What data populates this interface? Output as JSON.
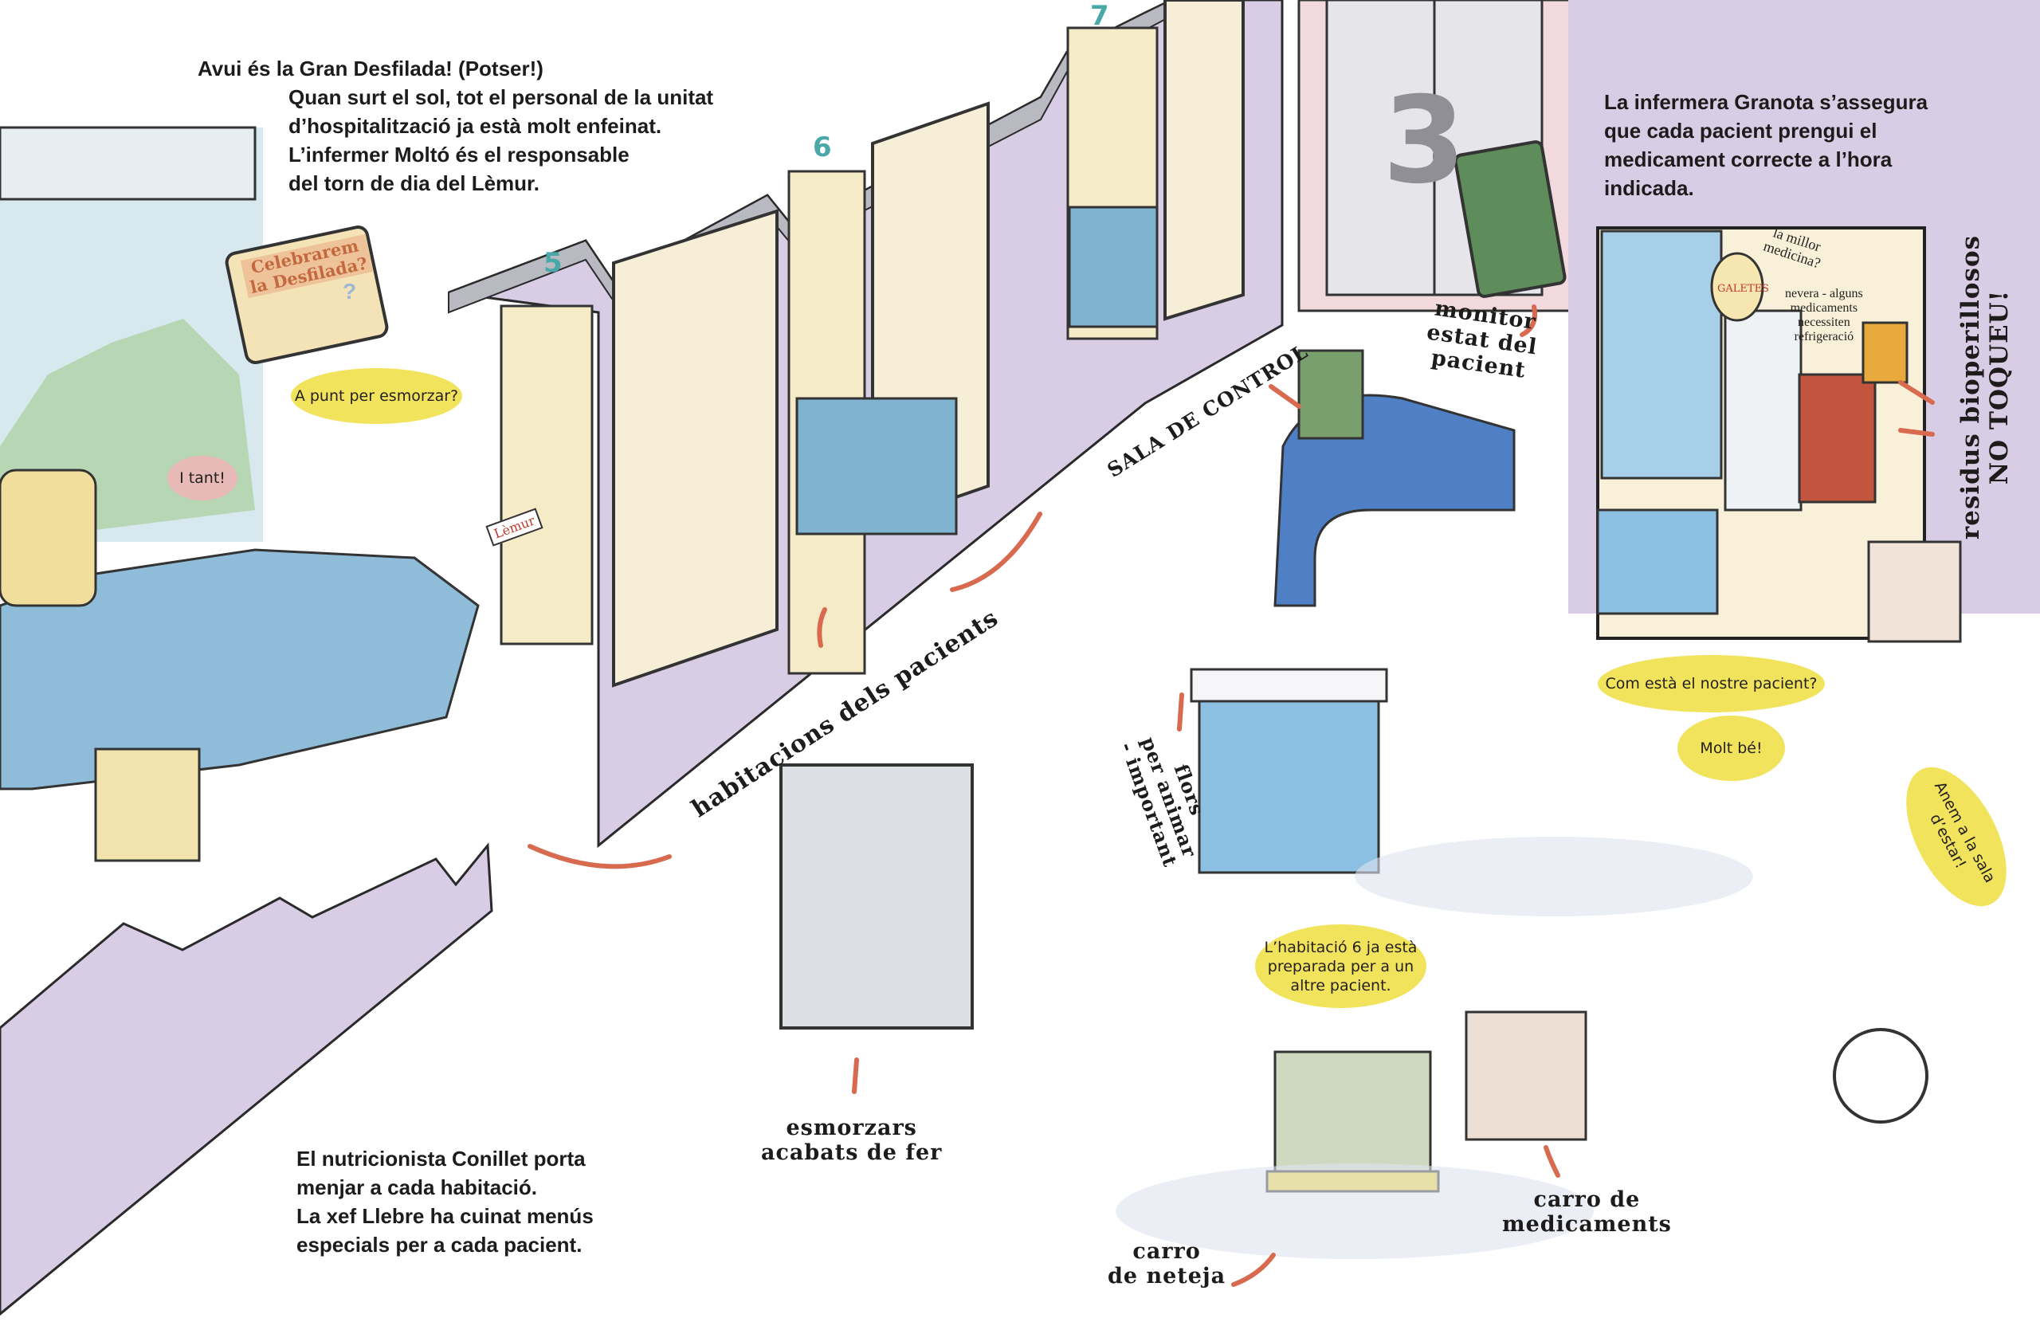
{
  "top_left_text": {
    "lines": [
      "Avui és la Gran Desfilada! (Potser!)",
      "Quan surt el sol, tot el personal de la unitat",
      "d’hospitalització ja està molt enfeinat.",
      "L’infermer Moltó és el responsable",
      "del torn de dia del Lèmur."
    ]
  },
  "top_right_text": {
    "lines": [
      "La infermera Granota s’assegura",
      "que cada pacient prengui el",
      "medicament correcte a l’hora",
      "indicada."
    ]
  },
  "bottom_left_text": {
    "lines": [
      "El nutricionista Conillet porta",
      "menjar a cada habitació.",
      "La xef Llebre ha cuinat menús",
      "especials per a cada pacient."
    ]
  },
  "tv_sign": {
    "line1": "Celebrarem",
    "line2": "la Desfilada?",
    "mark": "?"
  },
  "speech": {
    "ready_breakfast": "A punt per esmorzar?",
    "of_course": "I tant!",
    "how_is_patient": "Com està el nostre pacient?",
    "very_good": "Molt bé!",
    "lounge": "Anem a la sala d’estar!",
    "room6_ready": "L’habitació 6 ja està preparada per a un altre pacient."
  },
  "rooms": {
    "room5": "5",
    "room6": "6",
    "room7": "7",
    "elevator_floor": "3",
    "name_tag": "Lèmur"
  },
  "labels": {
    "control_room": "SALA DE CONTROL",
    "monitor": [
      "monitor",
      "estat del",
      "pacient"
    ],
    "patient_rooms": "habitacions dels pacients",
    "breakfasts": [
      "esmorzars",
      "acabats de fer"
    ],
    "flowers": [
      "flors",
      "per animar",
      "- important"
    ],
    "cleaning_cart": [
      "carro",
      "de neteja"
    ],
    "medication_cart": [
      "carro de",
      "medicaments"
    ],
    "best_medicine": [
      "la millor",
      "medicina?"
    ],
    "cookies_jar": "GALETES",
    "fridge": [
      "nevera - alguns",
      "medicaments",
      "necessiten",
      "refrigeració"
    ],
    "biohazard": [
      "residus bioperillosos",
      "NO TOQUEU!"
    ]
  },
  "colors": {
    "wall_lavender": "#d9cde6",
    "wall_shadow": "#bfaed3",
    "bubble_yellow": "#f2e35c",
    "bubble_pink": "#e7b9b7",
    "arrow_red": "#d86a4f",
    "room_cream": "#f5ebc6",
    "furniture_blue": "#8cc0e2"
  }
}
